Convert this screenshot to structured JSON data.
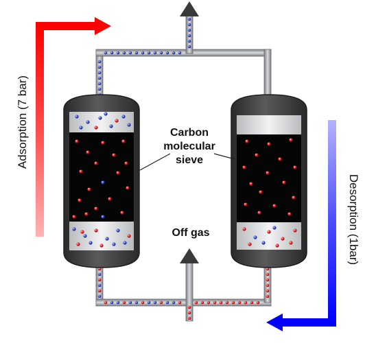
{
  "labels": {
    "sieve": [
      "Carbon",
      "molecular",
      "sieve"
    ],
    "off_gas": "Off gas",
    "adsorption": "Adsorption (7 bar)",
    "desorption": "Desorption (1bar)"
  },
  "colors": {
    "adsorption_arrow": "#ff1a1a",
    "desorption_arrow": "#1a1aff",
    "vessel_shell": "#3a3a3a",
    "vessel_bed": "#050505",
    "pipe": "#9a9da3",
    "nitrogen_dot": "#cc1f1f",
    "oxygen_dot": "#3346b5"
  },
  "icons": [
    "up-arrow-icon",
    "down-right-arrow-icon",
    "down-left-arrow-icon"
  ]
}
